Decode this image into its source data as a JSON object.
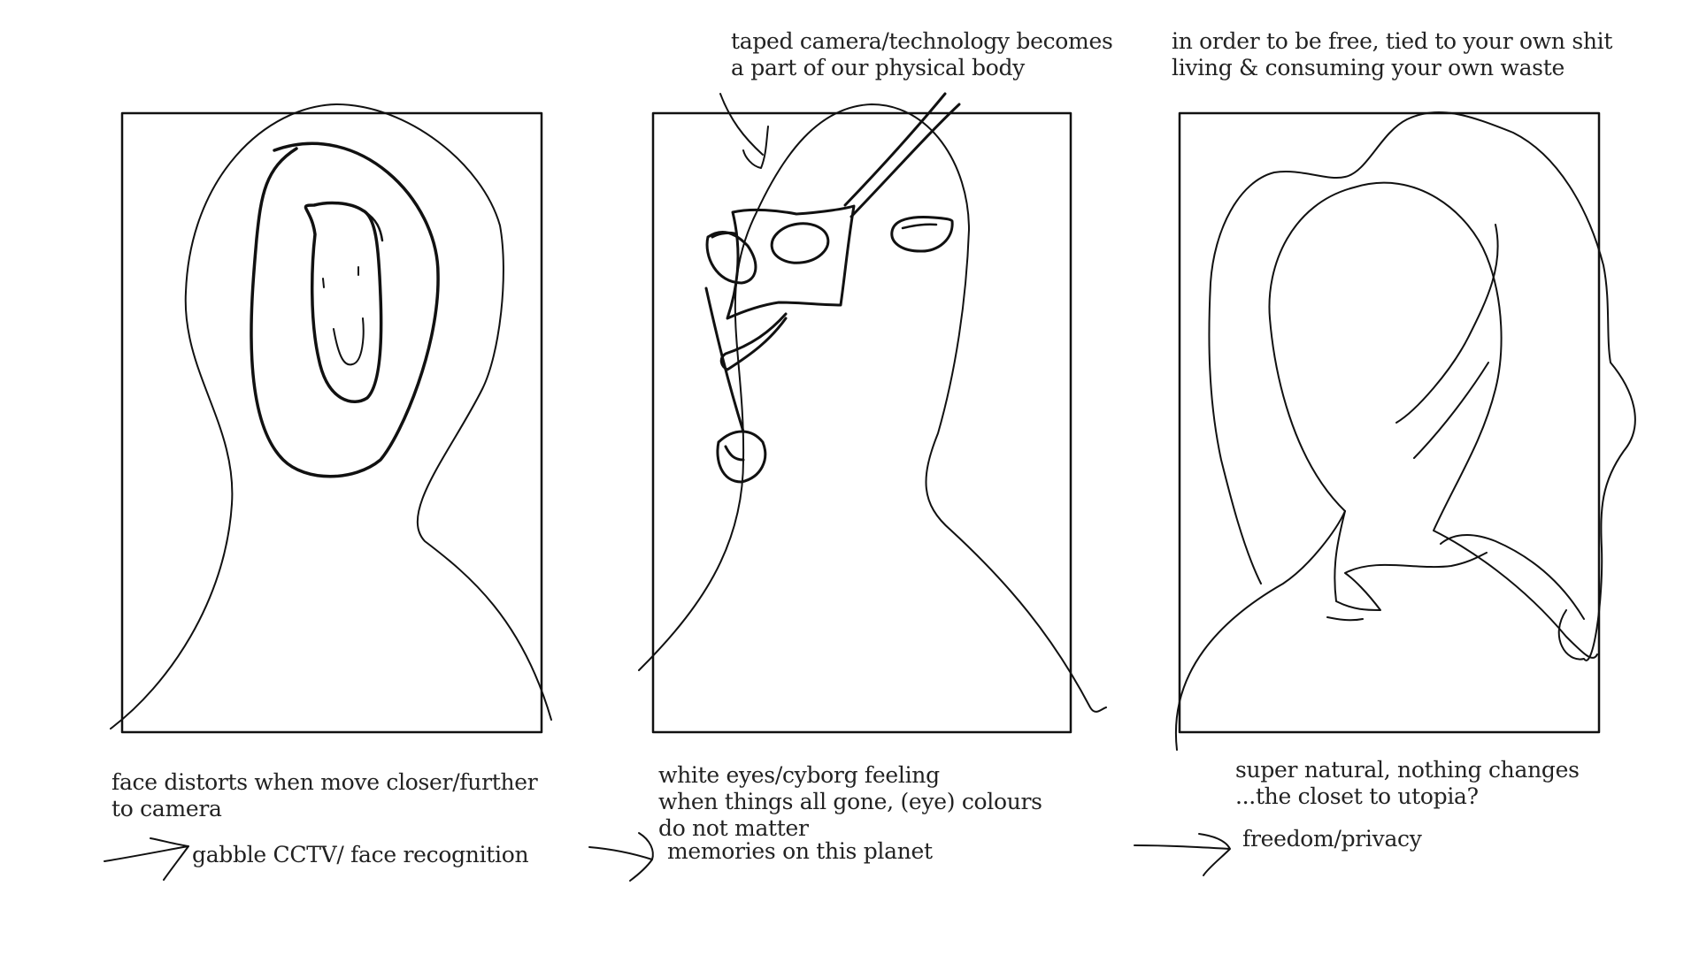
{
  "colors": {
    "background": "#ffffff",
    "ink": "#222222"
  },
  "annotations": {
    "panel1_caption": "face distorts when move closer/further\nto camera",
    "panel1_outcome": "gabble CCTV/ face recognition",
    "panel2_top": "taped camera/technology becomes\na part of our physical body",
    "panel2_caption": "white eyes/cyborg feeling\nwhen things all gone, (eye) colours\ndo not matter",
    "panel2_outcome": "memories on this planet",
    "panel3_top": "in order to be free, tied to your own shit\nliving & consuming your own waste",
    "panel3_caption": "super natural, nothing changes\n...the closet to utopia?",
    "panel3_outcome": "freedom/privacy"
  }
}
